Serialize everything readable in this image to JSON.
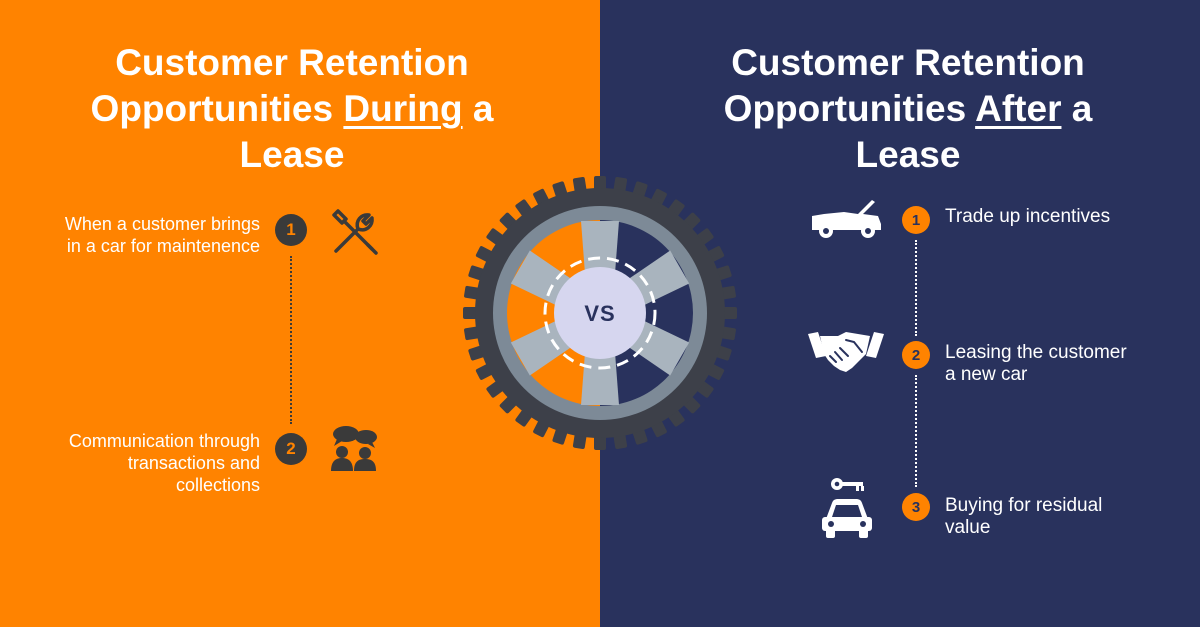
{
  "left": {
    "title_line1": "Customer Retention",
    "title_pre": "Opportunities ",
    "title_underlined": "During",
    "title_post": " a",
    "title_line3": "Lease",
    "items": [
      {
        "number": "1",
        "text": "When a customer brings in a car for maintenence",
        "icon": "wrench-screwdriver-icon"
      },
      {
        "number": "2",
        "text": "Communication through transactions and collections",
        "icon": "people-chat-icon"
      }
    ]
  },
  "right": {
    "title_line1": "Customer Retention",
    "title_pre": "Opportunities ",
    "title_underlined": "After",
    "title_post": " a",
    "title_line3": "Lease",
    "items": [
      {
        "number": "1",
        "text": "Trade up incentives",
        "icon": "convertible-car-icon"
      },
      {
        "number": "2",
        "text": "Leasing the customer a new car",
        "icon": "handshake-icon"
      },
      {
        "number": "3",
        "text": "Buying for residual value",
        "icon": "car-key-icon"
      }
    ]
  },
  "center": {
    "label": "VS",
    "icon": "tire-icon"
  },
  "colors": {
    "orange": "#FF8300",
    "navy": "#29325D",
    "dark_gray": "#3A3A3A",
    "tire_outer": "#3D4049",
    "tire_rim": "#7D8A97",
    "tire_spoke": "#A9B4BE",
    "hub": "#D6D6EF"
  }
}
